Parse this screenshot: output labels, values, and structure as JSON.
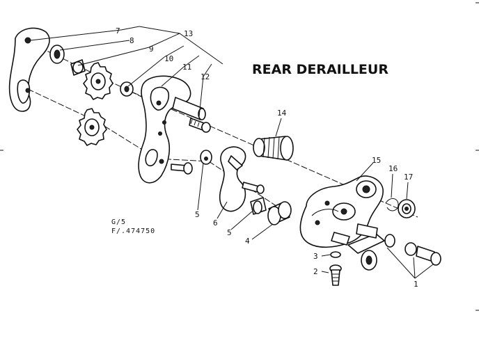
{
  "title": "REAR DERAILLEUR",
  "reference": {
    "line1": "G/5",
    "line2": "F/.474750"
  },
  "callouts": [
    "1",
    "2",
    "3",
    "4",
    "5",
    "5",
    "6",
    "7",
    "8",
    "9",
    "10",
    "11",
    "12",
    "13",
    "14",
    "15",
    "16",
    "17"
  ]
}
